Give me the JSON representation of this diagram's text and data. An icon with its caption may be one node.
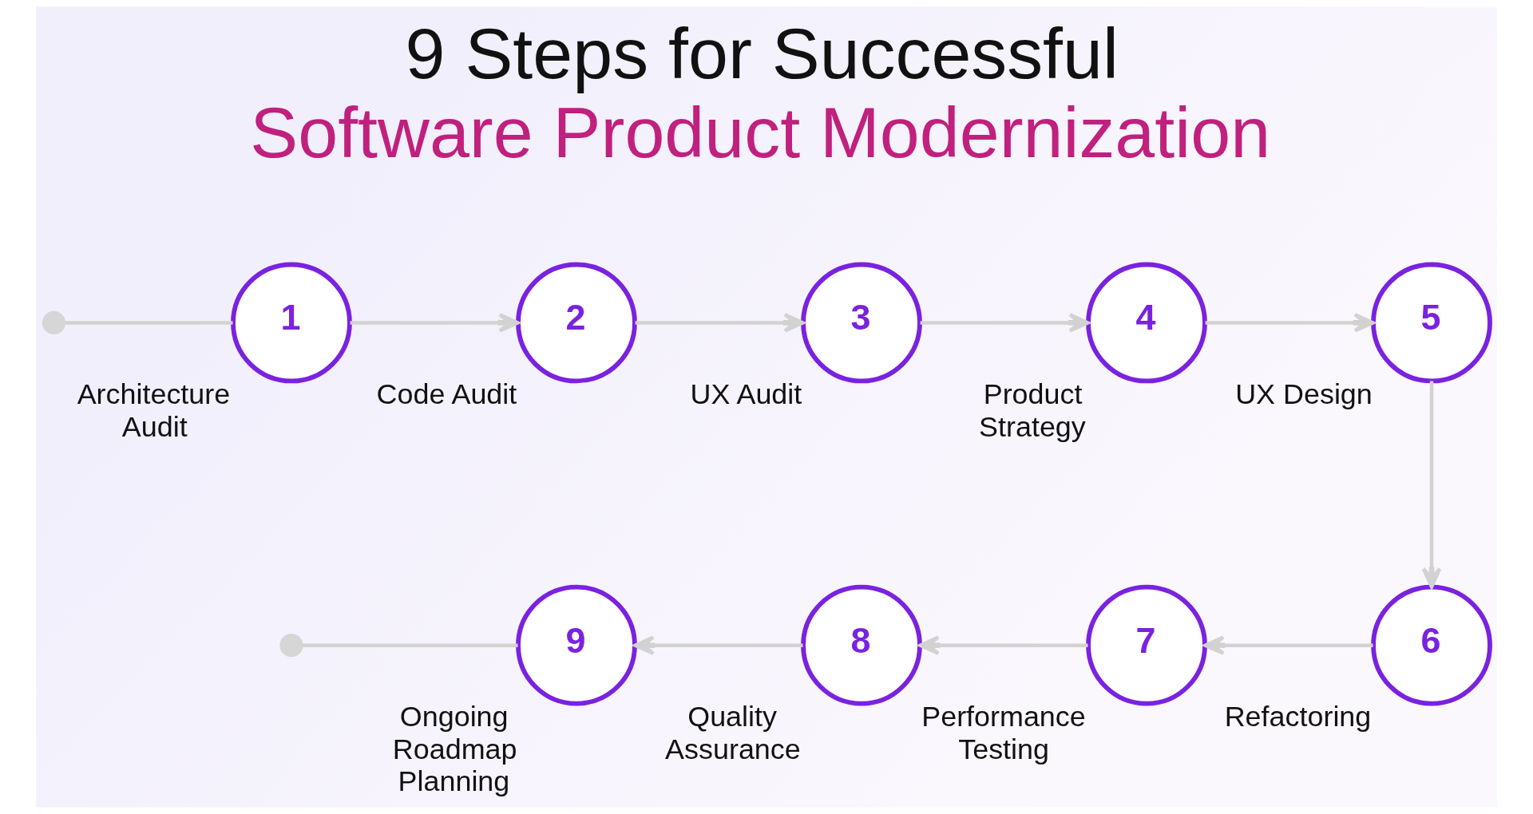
{
  "diagram": {
    "title": "9 Steps for Successful Software Product Modernization",
    "nodes": [
      {
        "text": [],
        "shape": "circle"
      },
      {
        "text": [
          "1"
        ],
        "beside": [
          "Architecture Audit"
        ]
      },
      {
        "text": [
          "2"
        ],
        "beside": [
          "Code Audit"
        ]
      },
      {
        "text": [
          "3"
        ],
        "beside": [
          "UX Audit"
        ]
      },
      {
        "text": [
          "4"
        ],
        "beside": [
          "Product Strategy"
        ]
      },
      {
        "text": [
          "5"
        ],
        "beside": [
          "UX Design"
        ]
      },
      {
        "text": [
          "6"
        ],
        "beside": [
          "Refactoring"
        ]
      },
      {
        "text": [
          "7"
        ],
        "beside": [
          "Performance Testing"
        ]
      },
      {
        "text": [
          "8"
        ],
        "beside": [
          "Quality Assurance"
        ]
      },
      {
        "text": [
          "9"
        ],
        "beside": [
          "Ongoing Roadmap Planning"
        ]
      },
      {
        "text": [],
        "shape": "circle"
      }
    ],
    "edges": [
      {
        "from": 0,
        "to": 1,
        "arrow": "none"
      },
      {
        "from": 1,
        "to": 2,
        "arrow": "to"
      },
      {
        "from": 2,
        "to": 3,
        "arrow": "to"
      },
      {
        "from": 3,
        "to": 4,
        "arrow": "to"
      },
      {
        "from": 4,
        "to": 5,
        "arrow": "to"
      },
      {
        "from": 5,
        "to": 6,
        "arrow": "to"
      },
      {
        "from": 6,
        "to": 7,
        "arrow": "to"
      },
      {
        "from": 7,
        "to": 8,
        "arrow": "to"
      },
      {
        "from": 8,
        "to": 9,
        "arrow": "to"
      },
      {
        "from": 9,
        "to": 10,
        "arrow": "none"
      }
    ]
  }
}
